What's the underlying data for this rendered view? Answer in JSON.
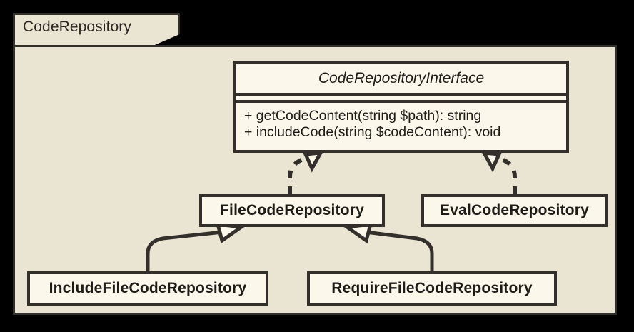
{
  "diagram": {
    "type": "uml-class-diagram",
    "package": {
      "name": "CodeRepository"
    },
    "interface": {
      "name": "CodeRepositoryInterface",
      "stereotype_style": "italic",
      "attributes": [],
      "methods": [
        "+ getCodeContent(string $path): string",
        "+ includeCode(string $codeContent): void"
      ]
    },
    "classes": [
      {
        "id": "file",
        "name": "FileCodeRepository"
      },
      {
        "id": "eval",
        "name": "EvalCodeRepository"
      },
      {
        "id": "include",
        "name": "IncludeFileCodeRepository"
      },
      {
        "id": "require",
        "name": "RequireFileCodeRepository"
      }
    ],
    "relationships": [
      {
        "from": "FileCodeRepository",
        "to": "CodeRepositoryInterface",
        "kind": "realization",
        "line": "dashed",
        "arrowhead": "hollow-triangle"
      },
      {
        "from": "EvalCodeRepository",
        "to": "CodeRepositoryInterface",
        "kind": "realization",
        "line": "dashed",
        "arrowhead": "hollow-triangle"
      },
      {
        "from": "IncludeFileCodeRepository",
        "to": "FileCodeRepository",
        "kind": "generalization",
        "line": "solid",
        "arrowhead": "hollow-triangle"
      },
      {
        "from": "RequireFileCodeRepository",
        "to": "FileCodeRepository",
        "kind": "generalization",
        "line": "solid",
        "arrowhead": "hollow-triangle"
      }
    ],
    "colors": {
      "outer_background": "#000000",
      "package_fill": "#EAE4D3",
      "box_fill": "#FBF7EA",
      "stroke": "#33302B",
      "text": "#1E1C18"
    }
  }
}
